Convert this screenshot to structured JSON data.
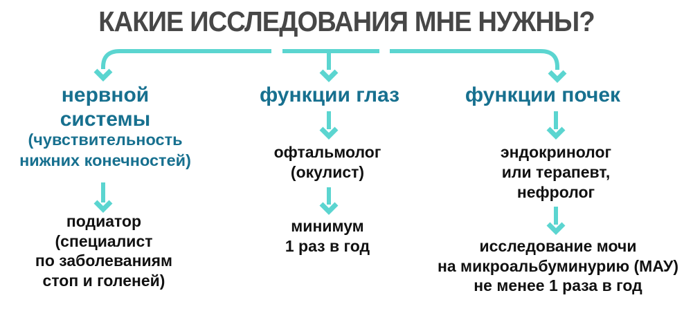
{
  "title": "КАКИЕ ИССЛЕДОВАНИЯ МНЕ НУЖНЫ?",
  "colors": {
    "arrow_teal": "#5bd5d0",
    "heading_blue": "#17708f",
    "body_text": "#111111",
    "title_gray": "#474747",
    "background": "#ffffff"
  },
  "columns": [
    {
      "name": "нервной системы",
      "heading_lines": [
        "нервной",
        "системы"
      ],
      "sub_lines": [
        "(чувствительность",
        "нижних конечностей)"
      ],
      "blocks": [
        {
          "lines": [
            "подиатор",
            "(специалист",
            "по заболеваниям",
            "стоп и голеней)"
          ]
        }
      ]
    },
    {
      "name": "функции глаз",
      "heading_lines": [
        "функции глаз"
      ],
      "sub_lines": [],
      "blocks": [
        {
          "lines": [
            "офтальмолог",
            "(окулист)"
          ]
        },
        {
          "lines": [
            "минимум",
            "1 раз в год"
          ]
        }
      ]
    },
    {
      "name": "функции почек",
      "heading_lines": [
        "функции почек"
      ],
      "sub_lines": [],
      "blocks": [
        {
          "lines": [
            "эндокринолог",
            "или терапевт,",
            "нефролог"
          ]
        },
        {
          "lines": [
            "исследование мочи",
            "на микроальбуминурию (МАУ)",
            "не менее 1 раза в год"
          ]
        }
      ]
    }
  ]
}
